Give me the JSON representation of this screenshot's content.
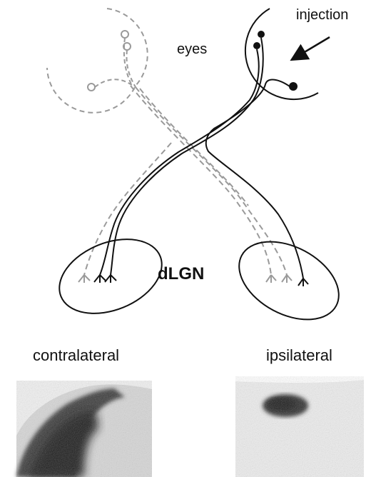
{
  "labels": {
    "eyes": "eyes",
    "injection": "injection",
    "dlgn": "dLGN",
    "contralateral": "contralateral",
    "ipsilateral": "ipsilateral"
  },
  "colors": {
    "labeled_pathway": "#111111",
    "unlabeled_pathway": "#9a9a9a",
    "tissue_stain": "#2a2a2a"
  },
  "icons": {
    "injection_marker": "arrow-icon"
  }
}
